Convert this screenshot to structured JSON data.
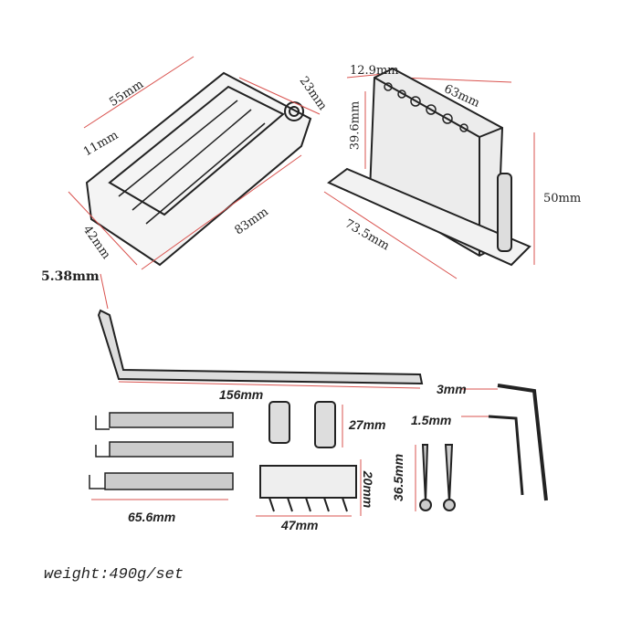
{
  "bridge": {
    "width": "55mm",
    "post": "23mm",
    "spacing": "11mm",
    "depth": "42mm",
    "length": "83mm"
  },
  "block": {
    "top": "12.9mm",
    "width": "63mm",
    "height": "39.6mm",
    "total": "50mm",
    "plate": "73.5mm"
  },
  "arm": {
    "diameter": "5.38mm",
    "length": "156mm"
  },
  "wrenches": {
    "large": "3mm",
    "small": "1.5mm"
  },
  "bushings": {
    "height": "27mm"
  },
  "claw": {
    "height": "20mm",
    "width": "47mm"
  },
  "screws": {
    "length": "36.5mm"
  },
  "springs": {
    "length": "65.6mm"
  },
  "weight": "weight:490g/set",
  "colors": {
    "dimension": "#d9534f",
    "drawing": "#222222"
  }
}
